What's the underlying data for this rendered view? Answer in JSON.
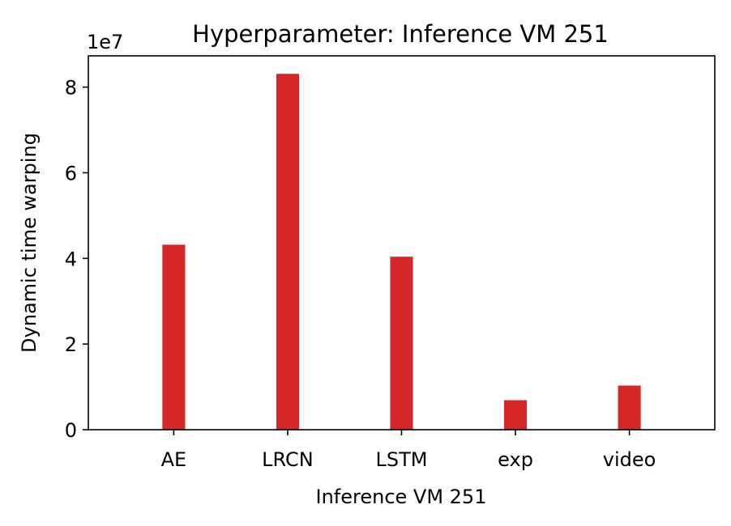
{
  "chart_data": {
    "type": "bar",
    "title": "Hyperparameter: Inference VM 251",
    "xlabel": "Inference VM 251",
    "ylabel": "Dynamic time warping",
    "y_offset_label": "1e7",
    "categories": [
      "AE",
      "LRCN",
      "LSTM",
      "exp",
      "video"
    ],
    "values": [
      43200000,
      83100000,
      40400000,
      6900000,
      10300000
    ],
    "ylim": [
      0,
      87300000
    ],
    "yticks": [
      0,
      20000000,
      40000000,
      60000000,
      80000000
    ],
    "ytick_labels": [
      "0",
      "2",
      "4",
      "6",
      "8"
    ],
    "bar_color": "#d62728",
    "grid": false,
    "legend": "none"
  }
}
